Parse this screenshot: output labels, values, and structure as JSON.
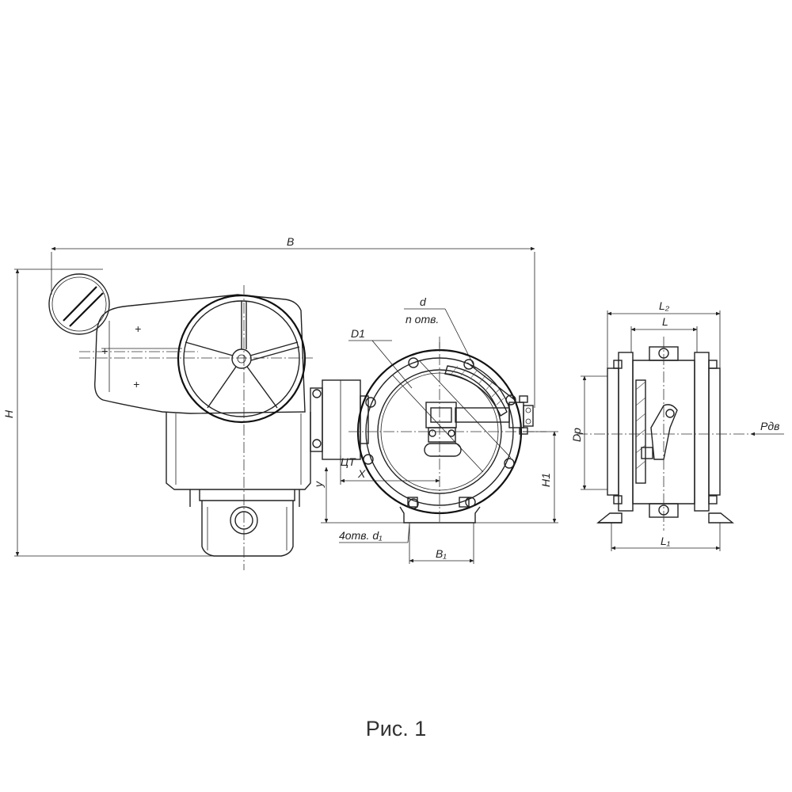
{
  "caption": "Рис. 1",
  "labels": {
    "B": "B",
    "H": "H",
    "D1": "D1",
    "d": "d",
    "n_holes": "n  отв.",
    "L2": "L₂",
    "L": "L",
    "L1": "L₁",
    "Dp": "Dp",
    "Pdv": "Pдв",
    "H1": "H1",
    "y": "y",
    "X": "X",
    "CT": "ЦТ",
    "holes_d1": "4отв. d₁",
    "B1": "B₁"
  }
}
